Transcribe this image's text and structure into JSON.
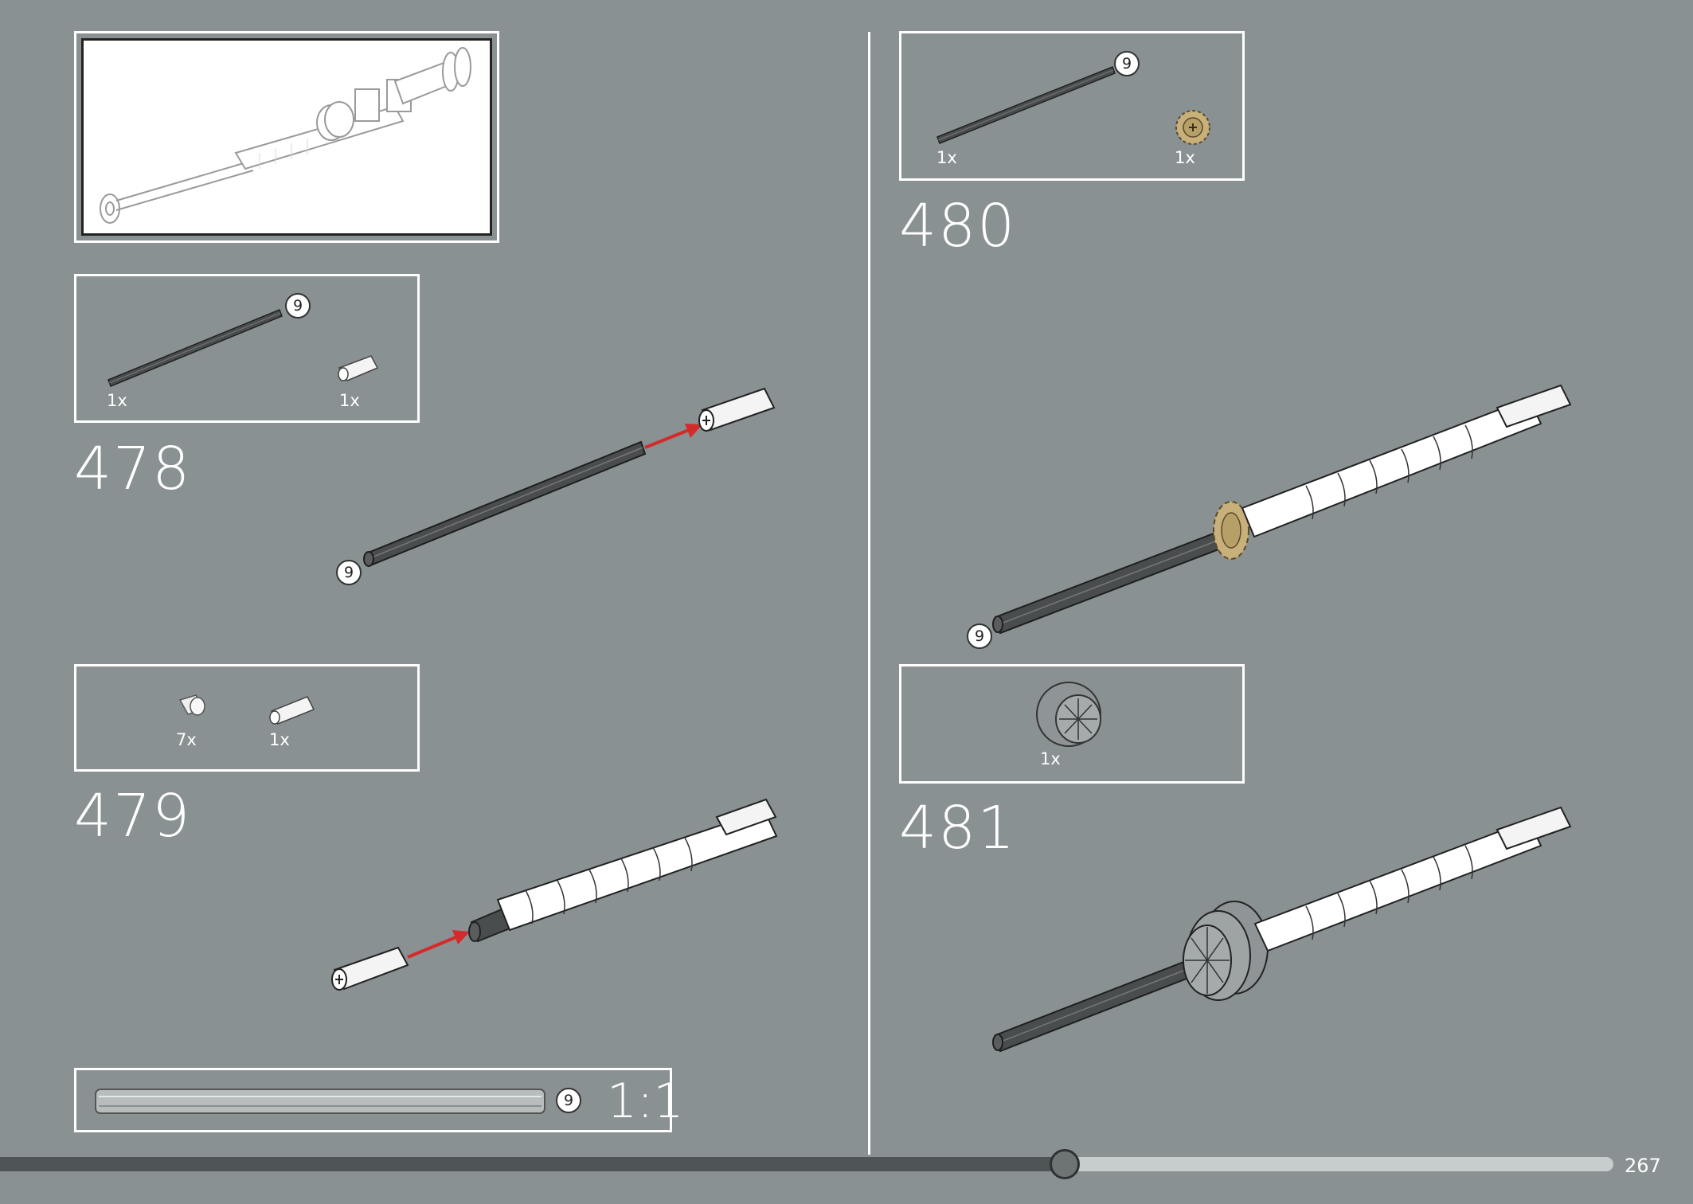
{
  "steps": [
    {
      "number": "478",
      "parts": [
        {
          "qty": "1x"
        },
        {
          "qty": "1x"
        }
      ],
      "axle_badge": "9"
    },
    {
      "number": "479",
      "parts": [
        {
          "qty": "7x"
        },
        {
          "qty": "1x"
        }
      ]
    },
    {
      "number": "480",
      "parts": [
        {
          "qty": "1x"
        },
        {
          "qty": "1x"
        }
      ],
      "axle_badge": "9"
    },
    {
      "number": "481",
      "parts": [
        {
          "qty": "1x"
        }
      ]
    }
  ],
  "axle_length_label": "9",
  "scale_guide": {
    "badge": "9",
    "scale": "1:1"
  },
  "page": {
    "number": "267",
    "progress": 0.66
  },
  "colors": {
    "background": "#8a9193",
    "axle": "#4a4d4e",
    "arrow": "#d42a2a",
    "gear": "#c8b07a"
  }
}
